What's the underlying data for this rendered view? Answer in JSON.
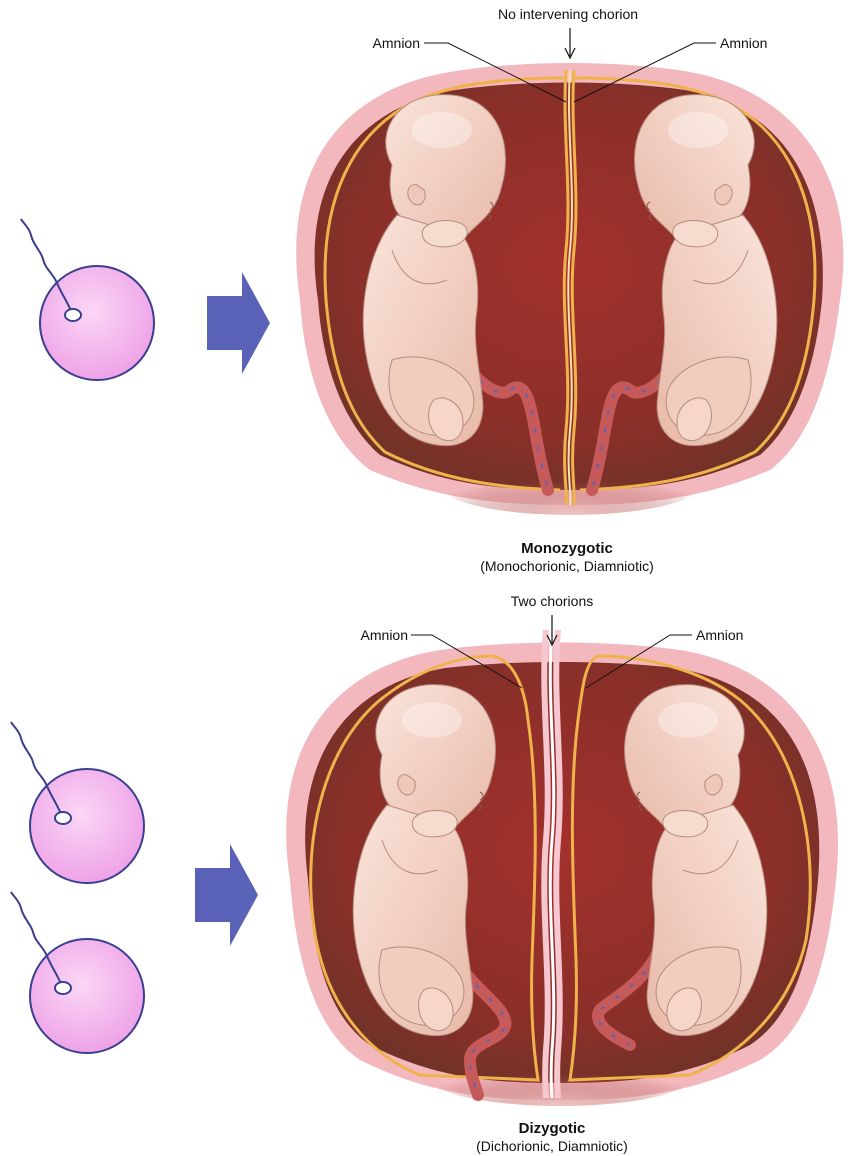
{
  "top": {
    "label_center": "No intervening chorion",
    "label_left": "Amnion",
    "label_right": "Amnion",
    "caption_title": "Monozygotic",
    "caption_sub": "(Monochorionic, Diamniotic)"
  },
  "bottom": {
    "label_center": "Two chorions",
    "label_left": "Amnion",
    "label_right": "Amnion",
    "caption_title": "Dizygotic",
    "caption_sub": "(Dichorionic, Diamniotic)"
  },
  "colors": {
    "uterus_wall": "#f2b8bd",
    "cavity": "#7a3a30",
    "cavity_inner": "#9b2f2c",
    "amnion": "#f0b24a",
    "chorion": "#f7c7cf",
    "fetus": "#f3d2c4",
    "arrow": "#5a62b8",
    "egg_fill": "#f4b3ef",
    "egg_halo": "#c9c7f3",
    "egg_ring": "#3b3f8f"
  }
}
